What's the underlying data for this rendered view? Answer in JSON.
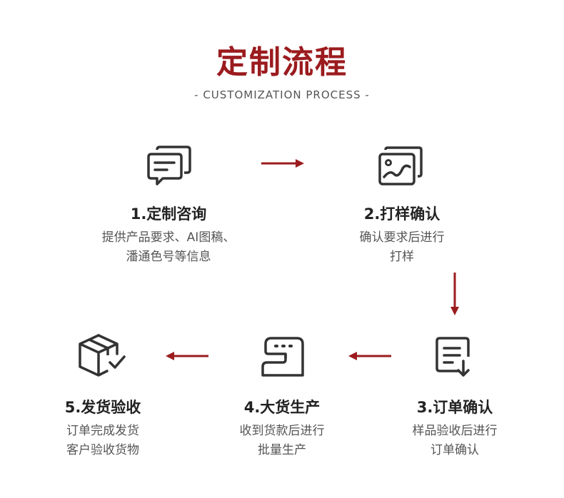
{
  "header": {
    "title": "定制流程",
    "subtitle": "- CUSTOMIZATION PROCESS -"
  },
  "steps": [
    {
      "title": "1.定制咨询",
      "desc_line1": "提供产品要求、AI图稿、",
      "desc_line2": "潘通色号等信息",
      "icon": "chat-bubbles-icon"
    },
    {
      "title": "2.打样确认",
      "desc_line1": "确认要求后进行",
      "desc_line2": "打样",
      "icon": "image-frame-icon"
    },
    {
      "title": "3.订单确认",
      "desc_line1": "样品验收后进行",
      "desc_line2": "订单确认",
      "icon": "document-download-icon"
    },
    {
      "title": "4.大货生产",
      "desc_line1": "收到货款后进行",
      "desc_line2": "批量生产",
      "icon": "sewing-machine-icon"
    },
    {
      "title": "5.发货验收",
      "desc_line1": "订单完成发货",
      "desc_line2": "客户验收货物",
      "icon": "box-check-icon"
    }
  ],
  "colors": {
    "accent": "#9b1b1e",
    "icon": "#333333",
    "text": "#222222",
    "muted": "#555555"
  }
}
